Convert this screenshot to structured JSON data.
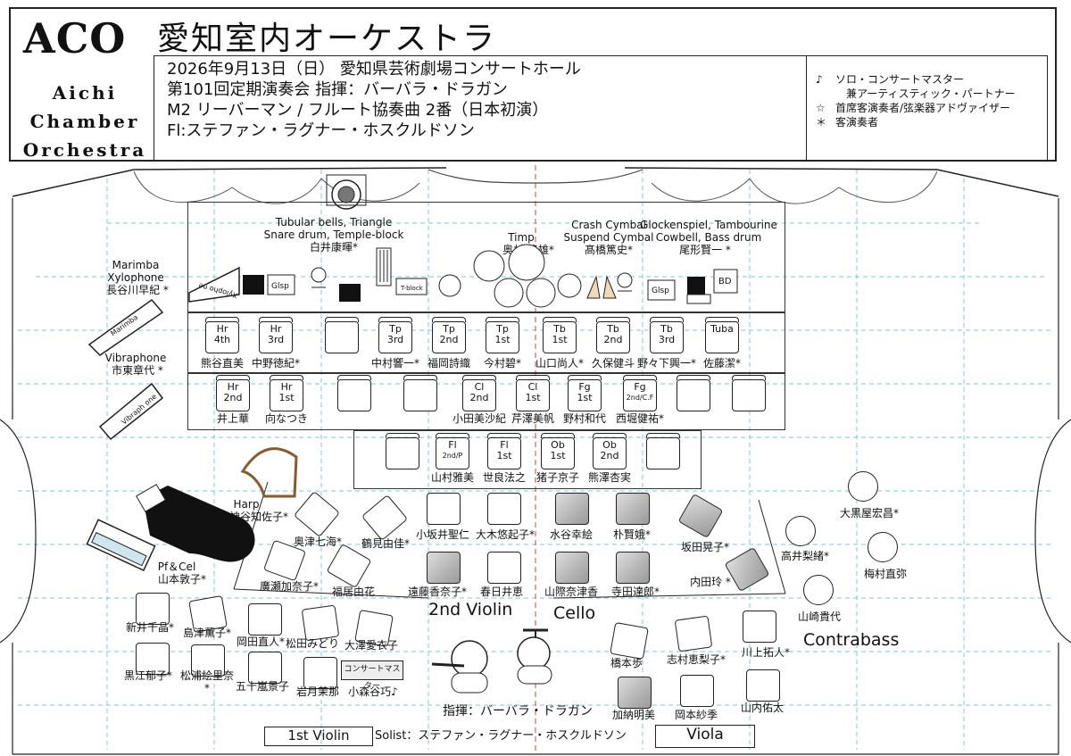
{
  "logo": {
    "mark": "ACO",
    "line1": "Aichi",
    "line2": "Chamber",
    "line3": "Orchestra"
  },
  "title": "愛知室内オーケストラ",
  "info": {
    "line1": "2026年9月13日（日） 愛知県芸術劇場コンサートホール",
    "line2": "第101回定期演奏会  指揮：バーバラ・ドラガン",
    "line3": "M2 リーバーマン / フルート協奏曲 2番（日本初演）",
    "line4": "Fl:ステファン・ラグナー・ホスクルドソン"
  },
  "legend": [
    {
      "sym": "♪",
      "text": "ソロ・コンサートマスター"
    },
    {
      "sym": "",
      "text": "兼アーティスティック・パートナー"
    },
    {
      "sym": "☆",
      "text": "首席客演奏者/弦楽器アドヴァイザー"
    },
    {
      "sym": "＊",
      "text": "客演奏者"
    }
  ],
  "percussion": {
    "tub_l1": "Tubular bells, Triangle",
    "tub_l2": "Snare drum, Temple-block",
    "tub_name": "白井康暉*",
    "timp_l1": "Timp",
    "timp_name": "奥村 隆雄*",
    "crash_l1": "Crash Cymbal",
    "crash_l2": "Suspend Cymbal",
    "crash_name": "髙橋篤史*",
    "glock_l1": "Glockenspiel, Tambourine",
    "glock_l2": "Cowbell, Bass drum",
    "glock_name": "尾形賢一 *",
    "marimba_l1": "Marimba",
    "marimba_l2": "Xylophone",
    "marimba_name": "長谷川早紀 *",
    "vib_l1": "Vibraphone",
    "vib_name": "市東章代 *",
    "xylo": "Xylopho ne",
    "glsp1": "Glsp",
    "glsp2": "Glsp",
    "tblock": "T-block",
    "marimba_bar": "Marimba",
    "vibra_bar": "Vibraph one",
    "bd": "BD"
  },
  "brass_row": [
    {
      "l1": "Hr",
      "l2": "4th",
      "name": "熊谷直美"
    },
    {
      "l1": "Hr",
      "l2": "3rd",
      "name": "中野徳紀*"
    },
    {
      "l1": "",
      "l2": "",
      "name": ""
    },
    {
      "l1": "Tp",
      "l2": "3rd",
      "name": "中村響一*"
    },
    {
      "l1": "Tp",
      "l2": "2nd",
      "name": "福岡詩織"
    },
    {
      "l1": "Tp",
      "l2": "1st",
      "name": "今村碧*"
    },
    {
      "l1": "Tb",
      "l2": "1st",
      "name": "山口尚人*"
    },
    {
      "l1": "Tb",
      "l2": "2nd",
      "name": "久保健斗"
    },
    {
      "l1": "Tb",
      "l2": "3rd",
      "name": "野々下興一*"
    },
    {
      "l1": "Tuba",
      "l2": "",
      "name": "佐藤潔*"
    }
  ],
  "winds_row": [
    {
      "l1": "Hr",
      "l2": "2nd",
      "name": "井上華"
    },
    {
      "l1": "Hr",
      "l2": "1st",
      "name": "向なつき"
    },
    {
      "l1": "",
      "l2": "",
      "name": ""
    },
    {
      "l1": "",
      "l2": "",
      "name": ""
    },
    {
      "l1": "Cl",
      "l2": "2nd",
      "name": "小田美沙紀"
    },
    {
      "l1": "Cl",
      "l2": "1st",
      "name": "芹澤美帆"
    },
    {
      "l1": "Fg",
      "l2": "1st",
      "name": "野村和代"
    },
    {
      "l1": "Fg",
      "l2": "2nd/C.F",
      "name": "西堀健祐*"
    },
    {
      "l1": "",
      "l2": "",
      "name": ""
    },
    {
      "l1": "",
      "l2": "",
      "name": ""
    }
  ],
  "fl_ob_row": [
    {
      "l1": "",
      "l2": "",
      "name": ""
    },
    {
      "l1": "Fl",
      "l2": "2nd/P",
      "name": "山村雅美"
    },
    {
      "l1": "Fl",
      "l2": "1st",
      "name": "世良法之"
    },
    {
      "l1": "Ob",
      "l2": "1st",
      "name": "猪子京子"
    },
    {
      "l1": "Ob",
      "l2": "2nd",
      "name": "熊澤杏実"
    },
    {
      "l1": "",
      "l2": "",
      "name": ""
    }
  ],
  "harp": {
    "l1": "Harp",
    "name": "神谷知佐子*"
  },
  "piano": {
    "l1": "Pf＆Cel",
    "name": "山本敦子*"
  },
  "sections": {
    "v2": "2nd Violin",
    "cello": "Cello",
    "cb": "Contrabass",
    "v1": "1st Violin",
    "viola": "Viola"
  },
  "names": {
    "v2_1": "奥津七海*",
    "v2_2": "鶴見由佳*",
    "v2_3": "廣瀬加奈子*",
    "v2_4": "福居由花",
    "v2_5": "小坂井聖仁",
    "v2_6": "大木悠起子*",
    "v2_7": "遠藤香奈子*",
    "v2_8": "春日井恵",
    "vc_1": "水谷幸絵",
    "vc_2": "朴賢娥*",
    "vc_3": "山際奈津香",
    "vc_4": "寺田達郎*",
    "cb_1": "坂田晃子*",
    "cb_2": "内田玲 *",
    "cb_3": "大黒屋宏昌*",
    "cb_4": "高井梨緒*",
    "cb_5": "梅村直弥",
    "cb_6": "山崎貴代",
    "v1_1": "新井千晶*",
    "v1_2": "島津薫子*",
    "v1_3": "岡田直人*",
    "v1_4": "松田みどり",
    "v1_5": "大澤愛衣子",
    "v1_6": "黒江郁子*",
    "v1_7": "松浦絵里奈",
    "v1_7b": "*",
    "v1_8": "五十嵐景子",
    "v1_9": "岩月茉那",
    "v1_10": "小森谷巧♪",
    "va_1": "橋本歩",
    "va_2": "志村恵梨子*",
    "va_3": "川上拓人*",
    "va_4": "加納明美",
    "va_5": "岡本紗季",
    "va_6": "山内佑太"
  },
  "cm_label": "コンサートマスター",
  "conductor": "指揮：バーバラ・ドラガン",
  "solist": "Solist：ステファン・ラグナー・ホスクルドソン"
}
